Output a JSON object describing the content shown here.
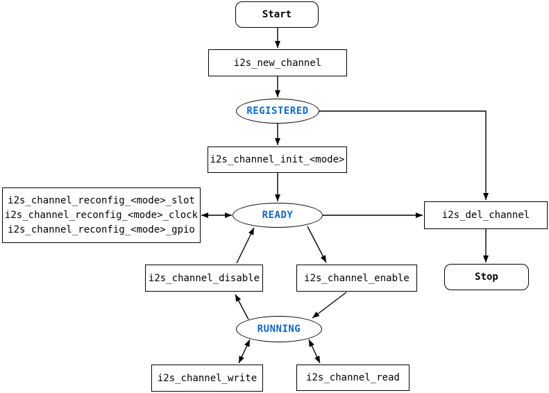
{
  "diagram": {
    "type": "flowchart",
    "nodes": {
      "start": "Start",
      "new_channel": "i2s_new_channel",
      "registered": "REGISTERED",
      "init": "i2s_channel_init_<mode>",
      "ready": "READY",
      "reconfig_slot": "i2s_channel_reconfig_<mode>_slot",
      "reconfig_clock": "i2s_channel_reconfig_<mode>_clock",
      "reconfig_gpio": "i2s_channel_reconfig_<mode>_gpio",
      "del_channel": "i2s_del_channel",
      "stop": "Stop",
      "disable": "i2s_channel_disable",
      "enable": "i2s_channel_enable",
      "running": "RUNNING",
      "write": "i2s_channel_write",
      "read": "i2s_channel_read"
    },
    "edges": [
      {
        "from": "start",
        "to": "new_channel",
        "arrow": "single"
      },
      {
        "from": "new_channel",
        "to": "registered",
        "arrow": "single"
      },
      {
        "from": "registered",
        "to": "init",
        "arrow": "single"
      },
      {
        "from": "init",
        "to": "ready",
        "arrow": "single"
      },
      {
        "from": "registered",
        "to": "del_channel",
        "arrow": "single"
      },
      {
        "from": "ready",
        "to": "del_channel",
        "arrow": "single"
      },
      {
        "from": "del_channel",
        "to": "stop",
        "arrow": "single"
      },
      {
        "from": "ready",
        "to": "reconfig",
        "arrow": "double"
      },
      {
        "from": "disable",
        "to": "ready",
        "arrow": "single"
      },
      {
        "from": "ready",
        "to": "enable",
        "arrow": "single"
      },
      {
        "from": "enable",
        "to": "running",
        "arrow": "single"
      },
      {
        "from": "running",
        "to": "disable",
        "arrow": "single"
      },
      {
        "from": "running",
        "to": "write",
        "arrow": "double"
      },
      {
        "from": "running",
        "to": "read",
        "arrow": "double"
      }
    ],
    "colors": {
      "state_text": "#1166c6",
      "node_border": "#000000",
      "node_bg": "#ffffff",
      "line": "#000000"
    }
  }
}
